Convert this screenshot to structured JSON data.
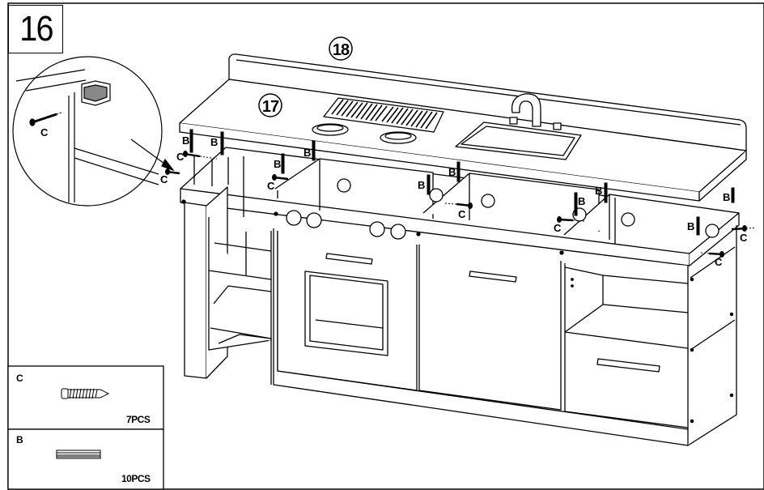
{
  "step": {
    "number": "16"
  },
  "part_numbers": {
    "backsplash": "18",
    "countertop": "17"
  },
  "hardware_labels": {
    "screw": "C",
    "dowel": "B"
  },
  "parts_list": [
    {
      "letter": "C",
      "name": "screw-icon",
      "quantity": "7PCS"
    },
    {
      "letter": "B",
      "name": "dowel-icon",
      "quantity": "10PCS"
    }
  ],
  "colors": {
    "line": "#000000",
    "background": "#ffffff",
    "fill": "#ffffff",
    "shade": "#6e6e6e"
  }
}
